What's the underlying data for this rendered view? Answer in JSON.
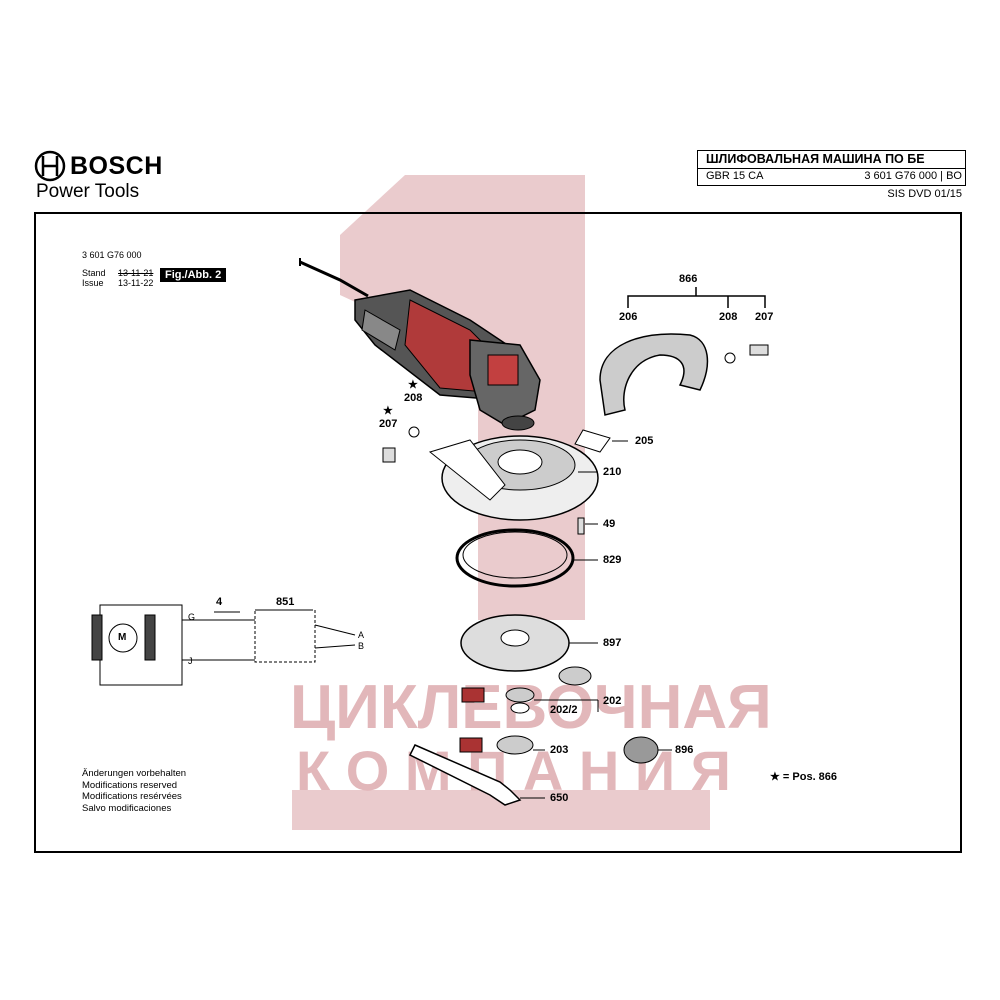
{
  "header": {
    "brand": "BOSCH",
    "subtitle": "Power Tools",
    "title": "ШЛИФОВАЛЬНАЯ МАШИНА ПО БЕ",
    "model": "GBR 15 CA",
    "part_number": "3 601 G76 000 | BO",
    "sis": "SIS DVD 01/15"
  },
  "drawing": {
    "number": "3 601 G76 000",
    "stand_label": "Stand",
    "issue_label": "Issue",
    "stand_date": "13-11-21",
    "issue_date": "13-11-22",
    "fig_label": "Fig./Abb. 2"
  },
  "parts": {
    "p866": "866",
    "p206": "206",
    "p208a": "208",
    "p207a": "207",
    "p208b": "208",
    "p207b": "207",
    "p205": "205",
    "p210": "210",
    "p49": "49",
    "p829": "829",
    "p897": "897",
    "p202": "202",
    "p202_2": "202/2",
    "p203": "203",
    "p896": "896",
    "p650": "650",
    "p4": "4",
    "p851": "851"
  },
  "circuit": {
    "motor": "M",
    "g": "G",
    "j": "J",
    "a": "A",
    "b": "B"
  },
  "notes": [
    "Änderungen vorbehalten",
    "Modifications reserved",
    "Modifications resérvées",
    "Salvo modificaciones"
  ],
  "legend": "★ = Pos. 866",
  "star": "★",
  "watermark": {
    "line1": "ЦИКЛЕВОЧНАЯ",
    "line2": "К О М П А Н И Я",
    "digit": "1"
  },
  "colors": {
    "watermark": "#d9a0a4",
    "tool_red": "#c0392b"
  }
}
